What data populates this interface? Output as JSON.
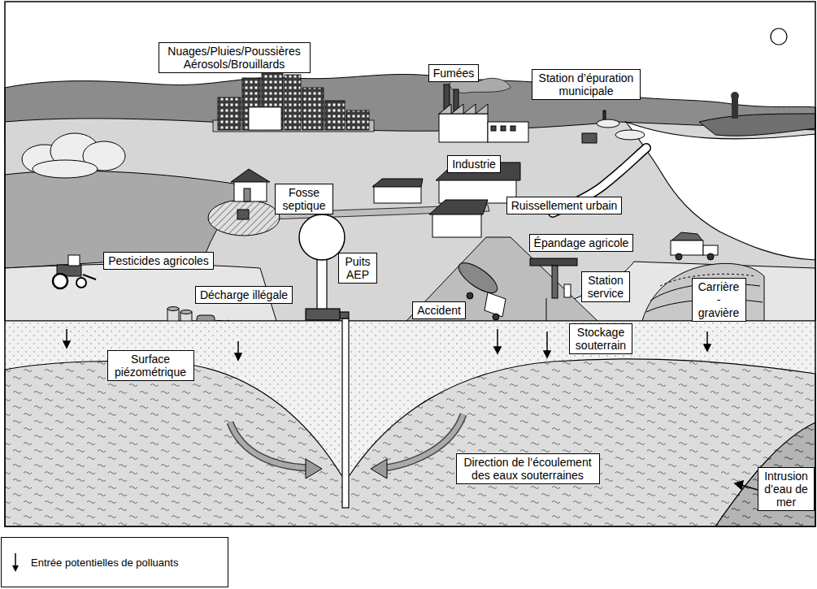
{
  "diagram": {
    "nodes": [
      {
        "text": [
          "Nuages/Pluies/Poussières Aérosols/Brouillards"
        ]
      },
      {
        "text": [
          "Fumées"
        ]
      },
      {
        "text": [
          "Station d’épuration municipale"
        ]
      },
      {
        "text": [
          "Industrie"
        ]
      },
      {
        "text": [
          "Fosse septique"
        ]
      },
      {
        "text": [
          "Ruissellement urbain"
        ]
      },
      {
        "text": [
          "Épandage agricole"
        ]
      },
      {
        "text": [
          "Pesticides agricoles"
        ]
      },
      {
        "text": [
          "Puits AEP"
        ]
      },
      {
        "text": [
          "Décharge illégale"
        ]
      },
      {
        "text": [
          "Station service"
        ]
      },
      {
        "text": [
          "Carrière - gravière"
        ]
      },
      {
        "text": [
          "Accident"
        ]
      },
      {
        "text": [
          "Stockage souterrain"
        ]
      },
      {
        "text": [
          "Surface piézométrique"
        ]
      },
      {
        "text": [
          "Direction de l’écoulement des eaux souterraines"
        ]
      },
      {
        "text": [
          "Intrusion d’eau de mer"
        ]
      }
    ],
    "legend": [
      {
        "text": "Entrée potentielles de polluants"
      }
    ]
  }
}
